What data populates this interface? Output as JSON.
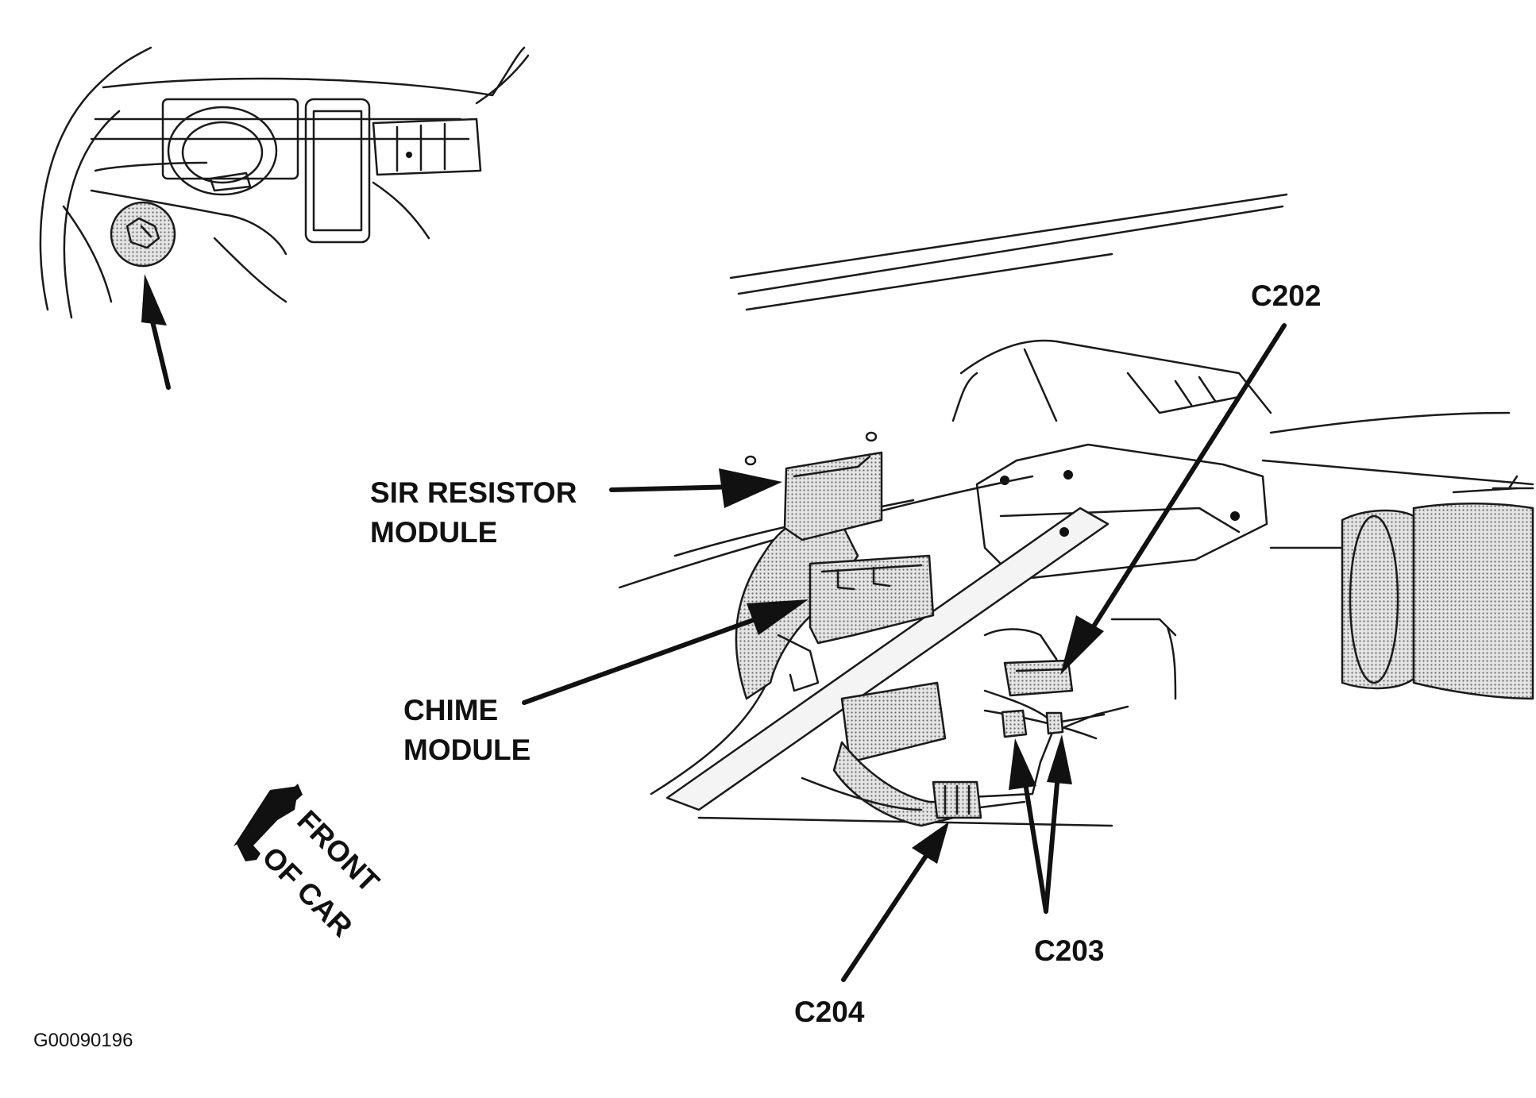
{
  "labels": {
    "c202": "C202",
    "sir_resistor_line1": "SIR RESISTOR",
    "sir_resistor_line2": "MODULE",
    "chime_line1": "CHIME",
    "chime_line2": "MODULE",
    "front_line1": "FRONT",
    "front_line2": "OF CAR",
    "c203": "C203",
    "c204": "C204"
  },
  "figure_id": "G00090196"
}
